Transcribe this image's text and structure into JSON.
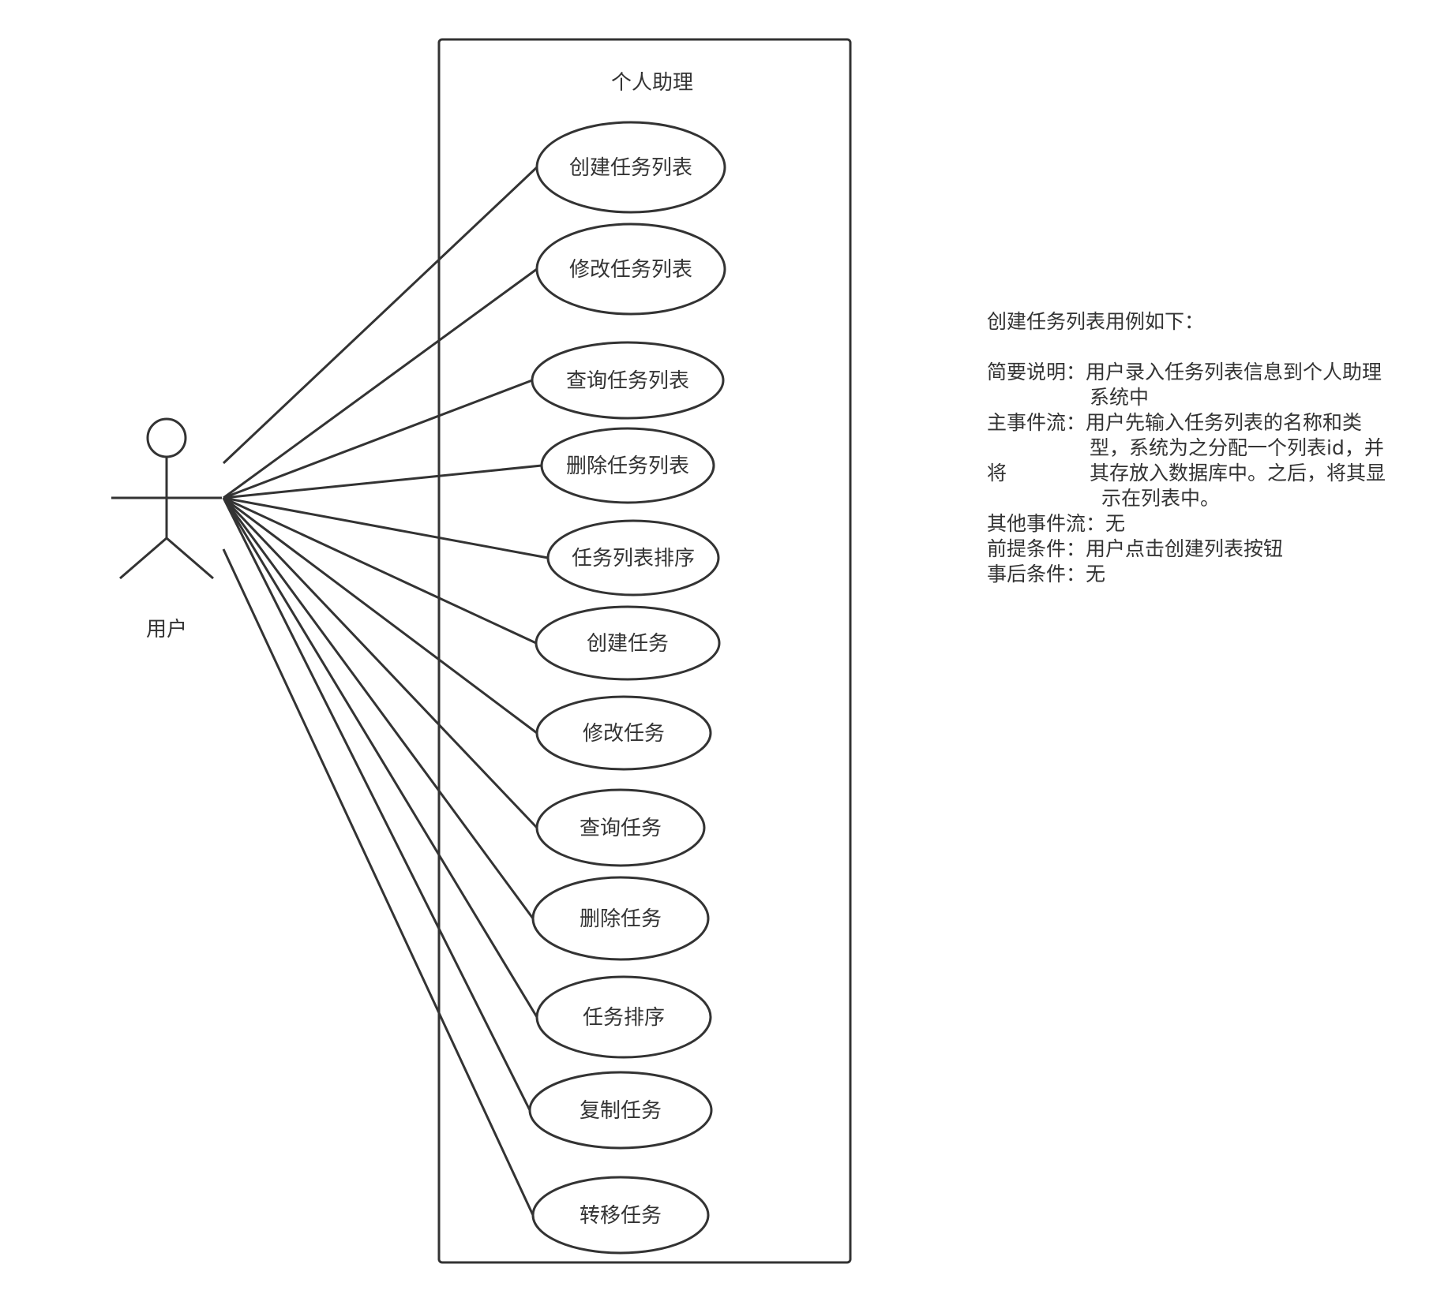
{
  "system": {
    "title": "个人助理"
  },
  "actor": {
    "name": "用户"
  },
  "use_cases": [
    {
      "label": "创建任务列表"
    },
    {
      "label": "修改任务列表"
    },
    {
      "label": "查询任务列表"
    },
    {
      "label": "删除任务列表"
    },
    {
      "label": "任务列表排序"
    },
    {
      "label": "创建任务"
    },
    {
      "label": "修改任务"
    },
    {
      "label": "查询任务"
    },
    {
      "label": "删除任务"
    },
    {
      "label": "任务排序"
    },
    {
      "label": "复制任务"
    },
    {
      "label": "转移任务"
    }
  ],
  "description": {
    "title": "创建任务列表用例如下：",
    "summary_key": "简要说明：",
    "summary_line1": "用户录入任务列表信息到个人助理",
    "summary_line2": "系统中",
    "main_flow_key": "主事件流：",
    "main_flow_line1": "用户先输入任务列表的名称和类",
    "main_flow_line2": "型，系统为之分配一个列表id，并",
    "main_flow_line3_prefix": "将",
    "main_flow_line3": "其存放入数据库中。之后，将其显",
    "main_flow_line4": "示在列表中。",
    "other_flow": "其他事件流：无",
    "precondition": "前提条件：用户点击创建列表按钮",
    "postcondition": "事后条件：无"
  }
}
